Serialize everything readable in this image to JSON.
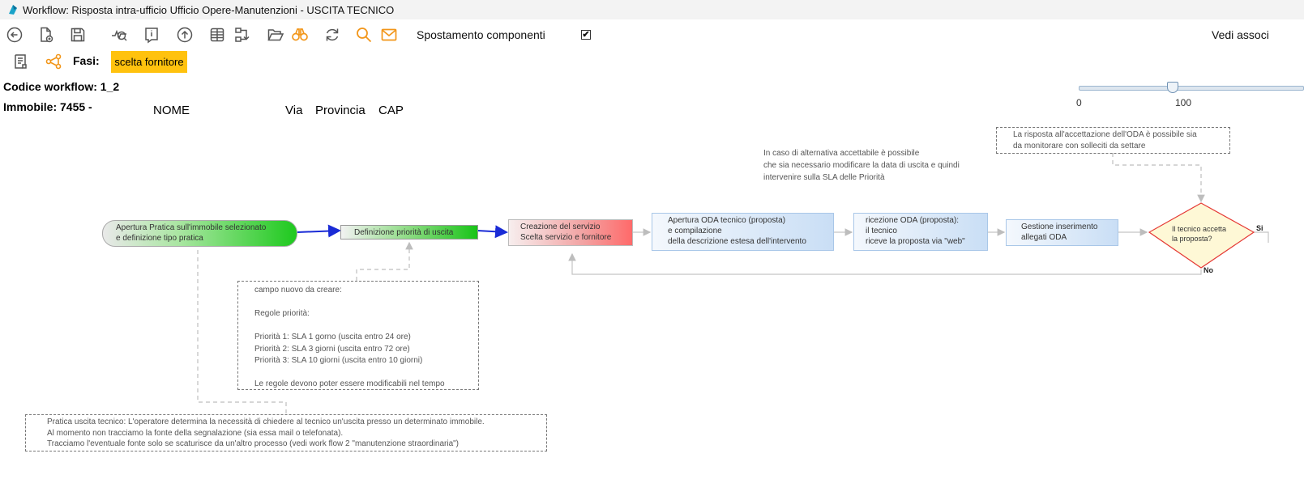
{
  "window": {
    "title": "Workflow: Risposta intra-ufficio Ufficio Opere-Manutenzioni - USCITA TECNICO"
  },
  "toolbar": {
    "spostamento_label": "Spostamento componenti",
    "spostamento_checked": "✔",
    "vedi_label": "Vedi associ"
  },
  "fasi": {
    "label": "Fasi:",
    "current": "scelta fornitore"
  },
  "info": {
    "codice": "Codice workflow: 1_2",
    "immobile": "Immobile: 7455 -",
    "nome": "NOME",
    "via": "Via",
    "provincia": "Provincia",
    "cap": "CAP"
  },
  "zoom": {
    "min_label": "0",
    "mid_label": "100",
    "value": 100
  },
  "nodes": {
    "apertura": [
      "Apertura Pratica sull'immobile selezionato",
      "e definizione tipo pratica"
    ],
    "definizione": [
      "Definizione priorità di uscita"
    ],
    "creazione": [
      "Creazione del servizio",
      "Scelta servizio e fornitore"
    ],
    "apertura_oda": [
      "Apertura ODA tecnico (proposta)",
      "e compilazione",
      "della descrizione estesa dell'intervento"
    ],
    "ricezione": [
      "ricezione ODA (proposta):",
      "il tecnico",
      "riceve la proposta via \"web\""
    ],
    "gestione": [
      "Gestione inserimento",
      "allegati ODA"
    ],
    "decision": [
      "Il tecnico accetta",
      "la proposta?"
    ],
    "yes": "Si",
    "no": "No"
  },
  "notes": {
    "oda": [
      "La risposta all'accettazione dell'ODA è possibile sia",
      "da monitorare con solleciti da settare"
    ],
    "alternativa": [
      "In caso di alternativa accettabile è possibile",
      "che sia necessario modificare la data di uscita e quindi",
      "intervenire sulla SLA delle Priorità"
    ],
    "campo": [
      "campo nuovo da creare:",
      "",
      "Regole priorità:",
      "",
      "Priorità 1: SLA 1 gorno (uscita entro 24 ore)",
      "Priorità 2: SLA 3 giorni (uscita entro 72 ore)",
      "Priorità 3: SLA 10 giorni (uscita entro 10 giorni)",
      "",
      "Le regole devono poter essere modificabili nel tempo"
    ],
    "pratica": [
      "Pratica uscita tecnico: L'operatore determina la necessità di chiedere al tecnico un'uscita presso un determinato immobile.",
      "Al momento non tracciamo la fonte della segnalazione (sia essa mail o telefonata).",
      "Tracciamo l'eventuale fonte solo se scaturisce da un'altro processo (vedi work flow 2 \"manutenzione straordinaria\")"
    ]
  },
  "colors": {
    "accent": "#ffc20e",
    "flow_blue": "#1a2bd6",
    "decision_red": "#e53935",
    "icon_orange": "#f2961a"
  }
}
